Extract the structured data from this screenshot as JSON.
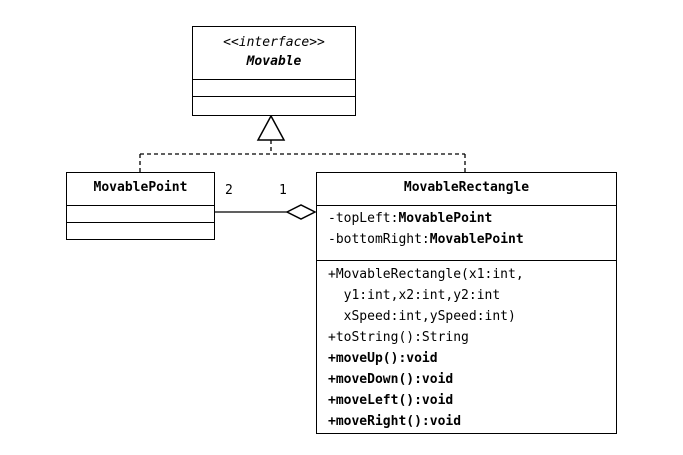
{
  "interface": {
    "stereotype": "<<interface>>",
    "name": "Movable"
  },
  "movable_point": {
    "name": "MovablePoint"
  },
  "movable_rectangle": {
    "name": "MovableRectangle",
    "attributes": [
      {
        "prefix": "-topLeft:",
        "type": "MovablePoint"
      },
      {
        "prefix": "-bottomRight:",
        "type": "MovablePoint"
      }
    ],
    "ctor": [
      "+MovableRectangle(x1:int,",
      "  y1:int,x2:int,y2:int",
      "  xSpeed:int,ySpeed:int)"
    ],
    "methods_plain": [
      "+toString():String"
    ],
    "methods_bold": [
      "+moveUp():void",
      "+moveDown():void",
      "+moveLeft():void",
      "+moveRight():void"
    ]
  },
  "association": {
    "point_multiplicity": "2",
    "rectangle_multiplicity": "1"
  }
}
